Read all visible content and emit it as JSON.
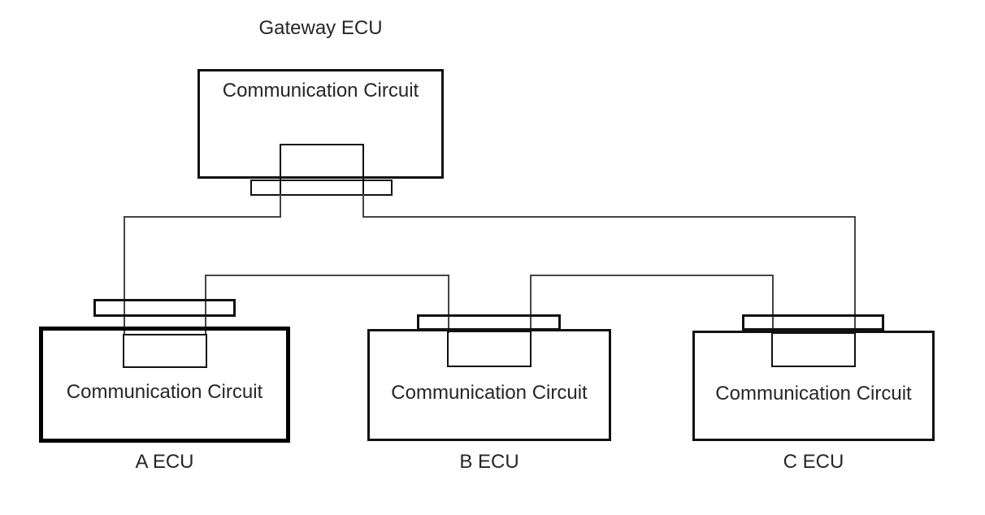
{
  "diagram": {
    "title": "ECU communication network diagram",
    "colors": {
      "background": "#ffffff",
      "line": "#111111",
      "wire": "#454545",
      "text": "#262626"
    },
    "nodes": {
      "gateway": {
        "label": "Gateway ECU",
        "inner_label": "Communication Circuit"
      },
      "ecu_a": {
        "label": "A ECU",
        "inner_label": "Communication Circuit"
      },
      "ecu_b": {
        "label": "B ECU",
        "inner_label": "Communication Circuit"
      },
      "ecu_c": {
        "label": "C ECU",
        "inner_label": "Communication Circuit"
      }
    },
    "connections": [
      "gateway-left-pin to ecu_a",
      "ecu_a to ecu_b",
      "ecu_b to ecu_c",
      "ecu_c to gateway-right-pin"
    ]
  }
}
